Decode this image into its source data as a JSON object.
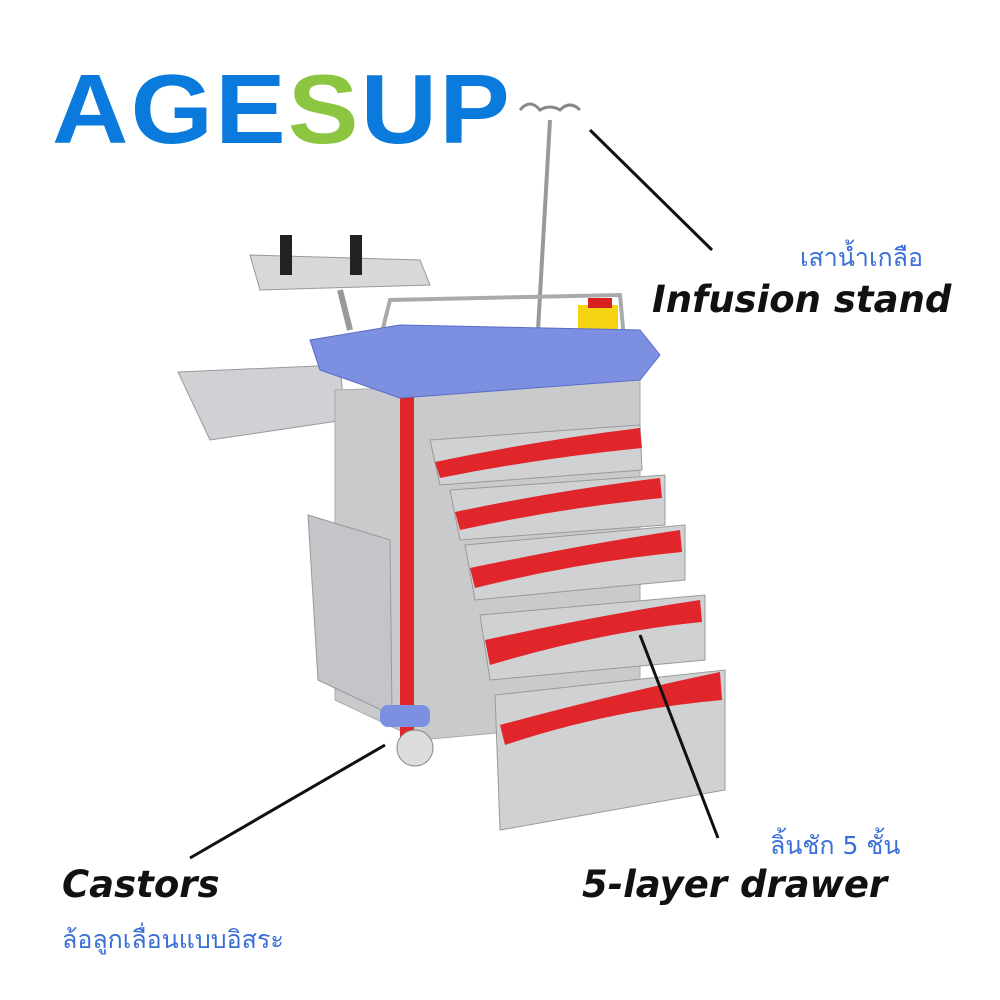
{
  "logo": {
    "text": "AGESUP",
    "part1": "AGE",
    "part2": "S",
    "part3": "UP",
    "blue": "#0a7bdc",
    "green": "#8cc540"
  },
  "labels": {
    "infusion_thai": "เสาน้ำเกลือ",
    "infusion_en": "Infusion stand",
    "drawer_thai": "ลิ้นชัก 5 ชั้น",
    "drawer_en": "5-layer drawer",
    "castors_en": "Castors",
    "castors_thai": "ล้อลูกเลื่อนแบบอิสระ"
  },
  "colors": {
    "label_thai": "#3b6fd8",
    "tray": "#7d8fe0",
    "drawer_red": "#e0262a",
    "body_gray": "#c9cacc"
  }
}
